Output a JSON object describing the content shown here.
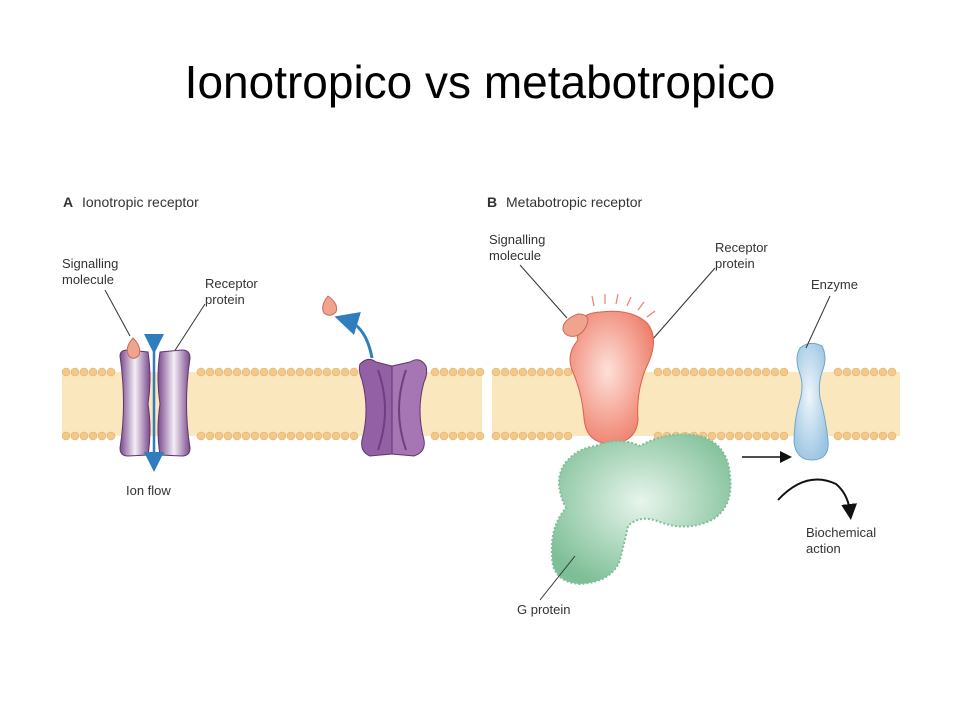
{
  "title": "Ionotropico vs metabotropico",
  "panel_a": {
    "letter": "A",
    "title": "Ionotropic receptor",
    "signalling_line1": "Signalling",
    "signalling_line2": "molecule",
    "receptor_line1": "Receptor",
    "receptor_line2": "protein",
    "ion_flow": "Ion flow"
  },
  "panel_b": {
    "letter": "B",
    "title": "Metabotropic receptor",
    "signalling_line1": "Signalling",
    "signalling_line2": "molecule",
    "receptor_line1": "Receptor",
    "receptor_line2": "protein",
    "enzyme": "Enzyme",
    "biochem_line1": "Biochemical",
    "biochem_line2": "action",
    "g_protein": "G protein"
  },
  "colors": {
    "membrane_head": "#f3c98a",
    "membrane_tail": "#fbe7bd",
    "ion_channel": "#8c5a9c",
    "receptor_b": "#f08a78",
    "g_protein": "#8dc9a3",
    "enzyme": "#a9cde6",
    "arrow": "#2f7dbd",
    "ligand": "#f0a48f"
  }
}
